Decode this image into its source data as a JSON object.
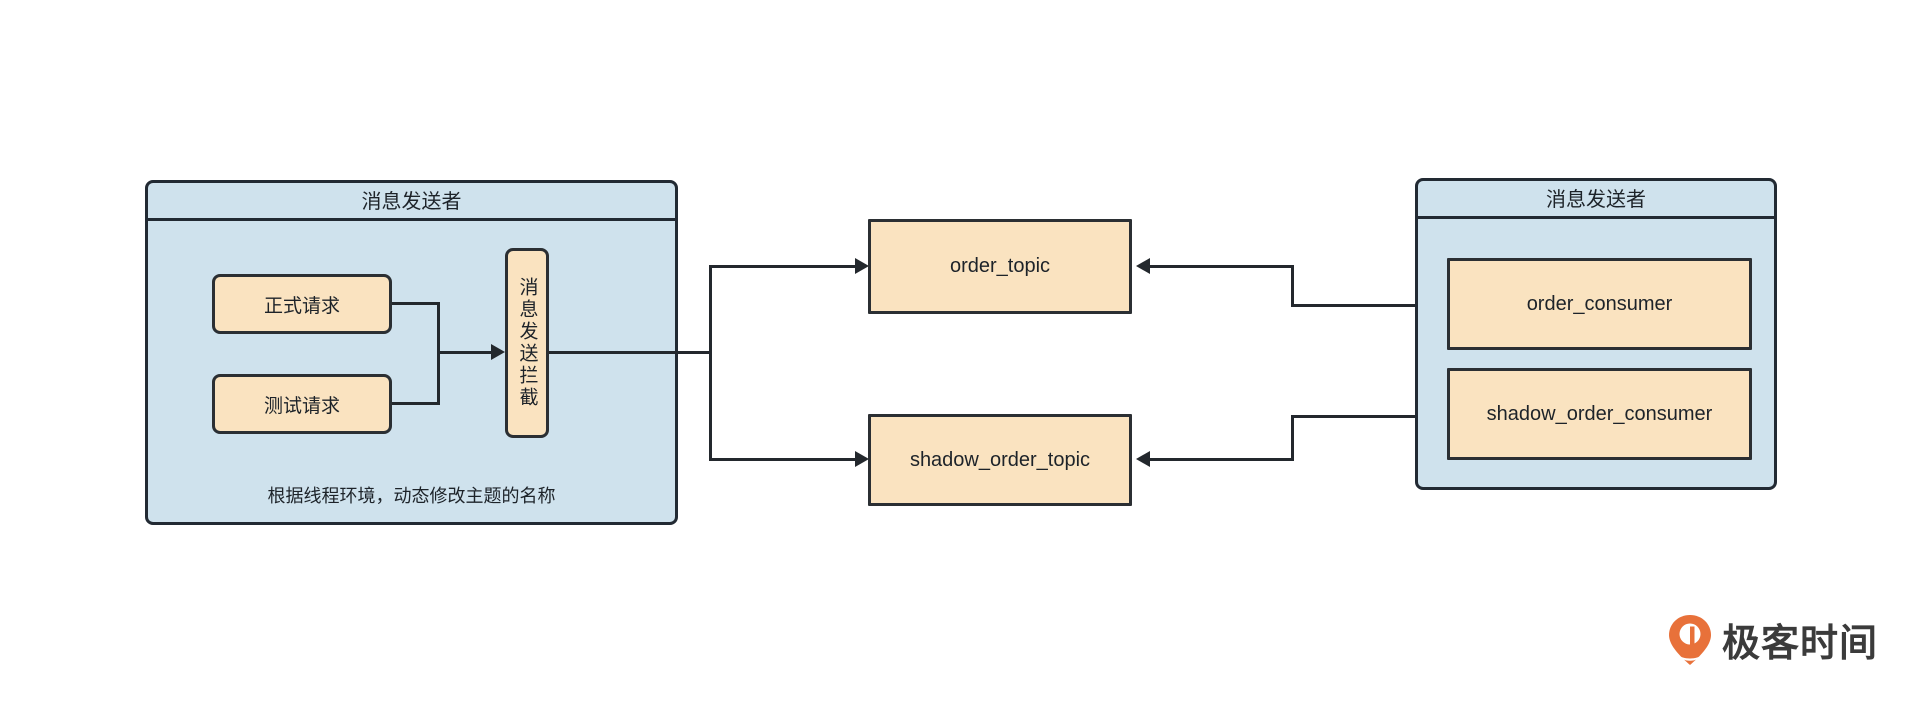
{
  "diagram": {
    "title_left_container": "消息发送者",
    "title_right_container": "消息发送者",
    "left": {
      "request_normal": "正式请求",
      "request_test": "测试请求",
      "interceptor": "消息发送拦截",
      "note": "根据线程环境，动态修改主题的名称"
    },
    "topics": {
      "order_topic": "order_topic",
      "shadow_order_topic": "shadow_order_topic"
    },
    "right": {
      "order_consumer": "order_consumer",
      "shadow_order_consumer": "shadow_order_consumer"
    }
  },
  "branding": {
    "logo_text": "极客时间",
    "logo_icon": "geektime-mark-icon"
  },
  "colors": {
    "container_fill": "#cfe2ed",
    "box_fill": "#fae3c0",
    "stroke": "#23282d",
    "brand_orange": "#e8713a",
    "text": "#1d2329",
    "background": "#ffffff"
  }
}
